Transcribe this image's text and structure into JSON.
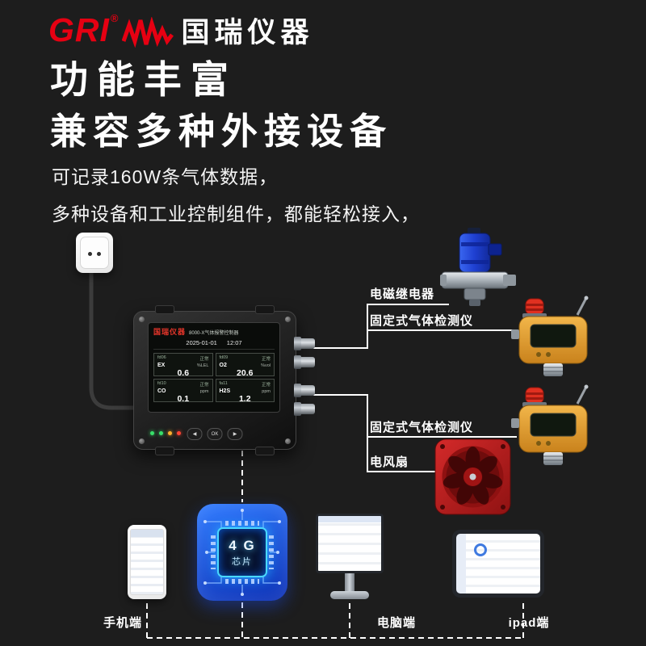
{
  "brand": {
    "logo": "GRI",
    "reg": "®",
    "name": "国瑞仪器"
  },
  "hero": {
    "title_line1": "功能丰富",
    "title_line2": "兼容多种外接设备",
    "desc_line1": "可记录160W条气体数据，",
    "desc_line2": "多种设备和工业控制组件，都能轻松接入，"
  },
  "controller": {
    "screen_brand": "国瑞仪器",
    "screen_model": "8000-X气体报警控制器",
    "date": "2025-01-01",
    "time": "12:07",
    "channels": [
      {
        "id": "fd06",
        "gas": "EX",
        "value": "0.6",
        "unit": "%LEL",
        "status": "正常"
      },
      {
        "id": "fd09",
        "gas": "O2",
        "value": "20.6",
        "unit": "%vol",
        "status": "正常"
      },
      {
        "id": "fd10",
        "gas": "CO",
        "value": "0.1",
        "unit": "ppm",
        "status": "正常"
      },
      {
        "id": "fa11",
        "gas": "H2S",
        "value": "1.2",
        "unit": "ppm",
        "status": "正常"
      }
    ],
    "keys": {
      "left": "◀",
      "ok": "OK",
      "right": "▶"
    }
  },
  "peripherals": [
    {
      "label": "电磁继电器"
    },
    {
      "label": "固定式气体检测仪"
    },
    {
      "label": "固定式气体检测仪"
    },
    {
      "label": "电风扇"
    }
  ],
  "chip": {
    "line1": "4 G",
    "line2": "芯片"
  },
  "clients": [
    {
      "label": "手机端"
    },
    {
      "label": "电脑端"
    },
    {
      "label": "ipad端"
    }
  ],
  "colors": {
    "accent_red": "#e60012",
    "chip_blue": "#1d5dff",
    "background": "#1d1d1d"
  }
}
